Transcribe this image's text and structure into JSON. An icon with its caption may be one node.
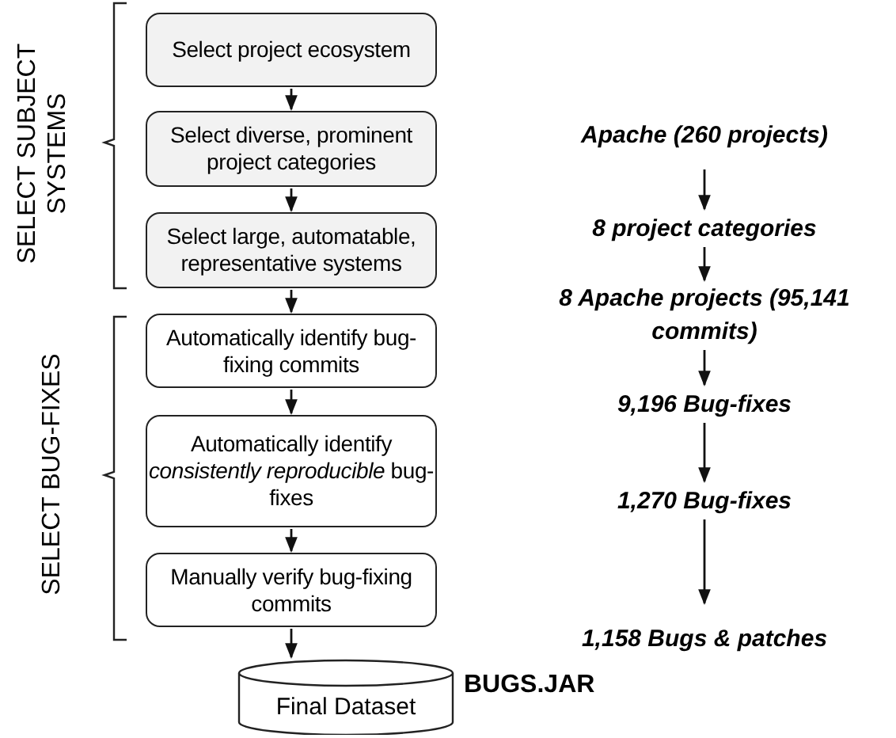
{
  "diagram": {
    "nodes": [
      {
        "text": [
          "Select project ecosystem"
        ]
      },
      {
        "text": [
          "Select diverse, prominent project categories"
        ]
      },
      {
        "text": [
          "Select large, automatable, representative systems"
        ]
      },
      {
        "text": [
          "Automatically identify bug-fixing commits"
        ]
      },
      {
        "text": [
          "Automatically identify *consistently reproducible* bug-fixes"
        ]
      },
      {
        "text": [
          "Manually verify bug-fixing commits"
        ]
      },
      {
        "text": [
          "Final Dataset"
        ],
        "beside": [
          "BUGS.JAR"
        ]
      },
      {
        "text": [
          "Apache (260 projects)"
        ]
      },
      {
        "text": [
          "8 project categories"
        ]
      },
      {
        "text": [
          "8 Apache projects (95,141 commits)"
        ]
      },
      {
        "text": [
          "9,196 Bug-fixes"
        ]
      },
      {
        "text": [
          "1,270 Bug-fixes"
        ]
      },
      {
        "text": [
          "1,158 Bugs & patches"
        ]
      }
    ],
    "edges": [
      {
        "from": 0,
        "to": 1,
        "arrow": "to"
      },
      {
        "from": 1,
        "to": 2,
        "arrow": "to"
      },
      {
        "from": 2,
        "to": 3,
        "arrow": "to"
      },
      {
        "from": 3,
        "to": 4,
        "arrow": "to"
      },
      {
        "from": 4,
        "to": 5,
        "arrow": "to"
      },
      {
        "from": 5,
        "to": 6,
        "arrow": "to"
      },
      {
        "from": 7,
        "to": 8,
        "arrow": "to"
      },
      {
        "from": 8,
        "to": 9,
        "arrow": "to"
      },
      {
        "from": 9,
        "to": 10,
        "arrow": "to"
      },
      {
        "from": 10,
        "to": 11,
        "arrow": "to"
      },
      {
        "from": 11,
        "to": 12,
        "arrow": "to"
      }
    ],
    "labels": [
      "SELECT SUBJECT SYSTEMS",
      "SELECT BUG-FIXES"
    ]
  }
}
